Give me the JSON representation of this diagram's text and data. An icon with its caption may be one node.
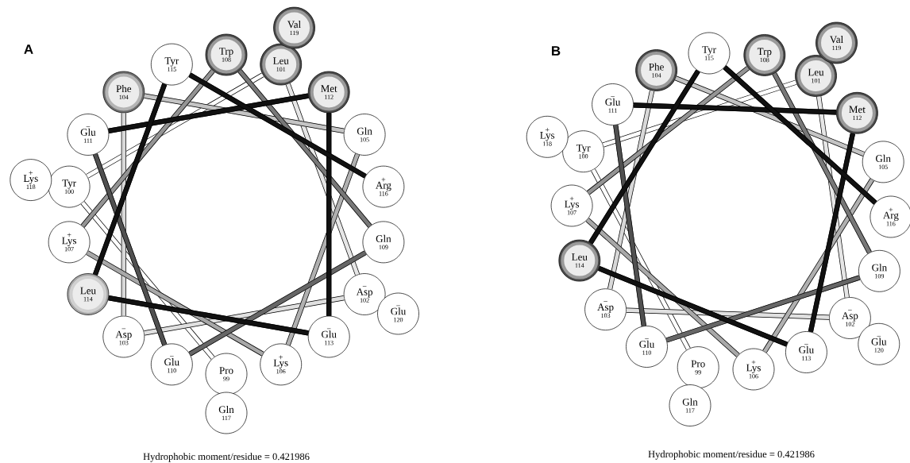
{
  "diagram": {
    "nodes": [
      {
        "text": [
          "Pro",
          "99"
        ]
      },
      {
        "text": [
          "Tyr",
          "100"
        ]
      },
      {
        "text": [
          "Leu",
          "101"
        ]
      },
      {
        "text": [
          "−",
          "Asp",
          "102"
        ]
      },
      {
        "text": [
          "−",
          "Asp",
          "103"
        ]
      },
      {
        "text": [
          "Phe",
          "104"
        ]
      },
      {
        "text": [
          "Gln",
          "105"
        ]
      },
      {
        "text": [
          "+",
          "Lys",
          "106"
        ]
      },
      {
        "text": [
          "+",
          "Lys",
          "107"
        ]
      },
      {
        "text": [
          "Trp",
          "108"
        ]
      },
      {
        "text": [
          "Gln",
          "109"
        ]
      },
      {
        "text": [
          "−",
          "Glu",
          "110"
        ]
      },
      {
        "text": [
          "−",
          "Glu",
          "111"
        ]
      },
      {
        "text": [
          "Met",
          "112"
        ]
      },
      {
        "text": [
          "−",
          "Glu",
          "113"
        ]
      },
      {
        "text": [
          "Leu",
          "114"
        ]
      },
      {
        "text": [
          "Tyr",
          "115"
        ]
      },
      {
        "text": [
          "+",
          "Arg",
          "116"
        ]
      },
      {
        "text": [
          "Gln",
          "117"
        ]
      },
      {
        "text": [
          "+",
          "Lys",
          "118"
        ]
      },
      {
        "text": [
          "Val",
          "119"
        ]
      },
      {
        "text": [
          "−",
          "Glu",
          "120"
        ]
      },
      {
        "text": [
          "Pro",
          "99"
        ]
      },
      {
        "text": [
          "Tyr",
          "100"
        ]
      },
      {
        "text": [
          "Leu",
          "101"
        ]
      },
      {
        "text": [
          "−",
          "Asp",
          "102"
        ]
      },
      {
        "text": [
          "−",
          "Asp",
          "103"
        ]
      },
      {
        "text": [
          "Phe",
          "104"
        ]
      },
      {
        "text": [
          "Gln",
          "105"
        ]
      },
      {
        "text": [
          "+",
          "Lys",
          "106"
        ]
      },
      {
        "text": [
          "+",
          "Lys",
          "107"
        ]
      },
      {
        "text": [
          "Trp",
          "108"
        ]
      },
      {
        "text": [
          "Gln",
          "109"
        ]
      },
      {
        "text": [
          "−",
          "Glu",
          "110"
        ]
      },
      {
        "text": [
          "−",
          "Glu",
          "111"
        ]
      },
      {
        "text": [
          "Met",
          "112"
        ]
      },
      {
        "text": [
          "−",
          "Glu",
          "113"
        ]
      },
      {
        "text": [
          "Leu",
          "114"
        ]
      },
      {
        "text": [
          "Tyr",
          "115"
        ]
      },
      {
        "text": [
          "+",
          "Arg",
          "116"
        ]
      },
      {
        "text": [
          "Gln",
          "117"
        ]
      },
      {
        "text": [
          "+",
          "Lys",
          "118"
        ]
      },
      {
        "text": [
          "Val",
          "119"
        ]
      },
      {
        "text": [
          "−",
          "Glu",
          "120"
        ]
      }
    ],
    "edges": [
      {
        "from": 0,
        "to": 1,
        "arrow": "none",
        "color": "#ffffff"
      },
      {
        "from": 1,
        "to": 2,
        "arrow": "none",
        "color": "#ffffff"
      },
      {
        "from": 2,
        "to": 3,
        "arrow": "none",
        "color": "#e6e6e6"
      },
      {
        "from": 3,
        "to": 4,
        "arrow": "none",
        "color": "#e0e0e0"
      },
      {
        "from": 4,
        "to": 5,
        "arrow": "none",
        "color": "#d8d8d8"
      },
      {
        "from": 5,
        "to": 6,
        "arrow": "none",
        "color": "#c4c4c4"
      },
      {
        "from": 6,
        "to": 7,
        "arrow": "none",
        "color": "#b0b0b0"
      },
      {
        "from": 7,
        "to": 8,
        "arrow": "none",
        "color": "#a8a8a8"
      },
      {
        "from": 8,
        "to": 9,
        "arrow": "none",
        "color": "#949494"
      },
      {
        "from": 9,
        "to": 10,
        "arrow": "none",
        "color": "#787878"
      },
      {
        "from": 10,
        "to": 11,
        "arrow": "none",
        "color": "#666666"
      },
      {
        "from": 11,
        "to": 12,
        "arrow": "none",
        "color": "#505050"
      },
      {
        "from": 12,
        "to": 13,
        "arrow": "none",
        "color": "#111111"
      },
      {
        "from": 13,
        "to": 14,
        "arrow": "none",
        "color": "#111111"
      },
      {
        "from": 14,
        "to": 15,
        "arrow": "none",
        "color": "#111111"
      },
      {
        "from": 15,
        "to": 16,
        "arrow": "none",
        "color": "#111111"
      },
      {
        "from": 16,
        "to": 17,
        "arrow": "none",
        "color": "#111111"
      },
      {
        "from": 22,
        "to": 23,
        "arrow": "none",
        "color": "#ffffff"
      },
      {
        "from": 23,
        "to": 24,
        "arrow": "none",
        "color": "#ffffff"
      },
      {
        "from": 24,
        "to": 25,
        "arrow": "none",
        "color": "#e6e6e6"
      },
      {
        "from": 25,
        "to": 26,
        "arrow": "none",
        "color": "#e0e0e0"
      },
      {
        "from": 26,
        "to": 27,
        "arrow": "none",
        "color": "#d8d8d8"
      },
      {
        "from": 27,
        "to": 28,
        "arrow": "none",
        "color": "#c4c4c4"
      },
      {
        "from": 28,
        "to": 29,
        "arrow": "none",
        "color": "#b0b0b0"
      },
      {
        "from": 29,
        "to": 30,
        "arrow": "none",
        "color": "#a8a8a8"
      },
      {
        "from": 30,
        "to": 31,
        "arrow": "none",
        "color": "#949494"
      },
      {
        "from": 31,
        "to": 32,
        "arrow": "none",
        "color": "#787878"
      },
      {
        "from": 32,
        "to": 33,
        "arrow": "none",
        "color": "#666666"
      },
      {
        "from": 33,
        "to": 34,
        "arrow": "none",
        "color": "#505050"
      },
      {
        "from": 34,
        "to": 35,
        "arrow": "none",
        "color": "#111111"
      },
      {
        "from": 35,
        "to": 36,
        "arrow": "none",
        "color": "#111111"
      },
      {
        "from": 36,
        "to": 37,
        "arrow": "none",
        "color": "#111111"
      },
      {
        "from": 37,
        "to": 38,
        "arrow": "none",
        "color": "#111111"
      },
      {
        "from": 38,
        "to": 39,
        "arrow": "none",
        "color": "#111111"
      }
    ],
    "labels": [
      "A",
      "B",
      "Hydrophobic moment/residue = 0.421986",
      "Hydrophobic moment/residue = 0.421986"
    ]
  }
}
